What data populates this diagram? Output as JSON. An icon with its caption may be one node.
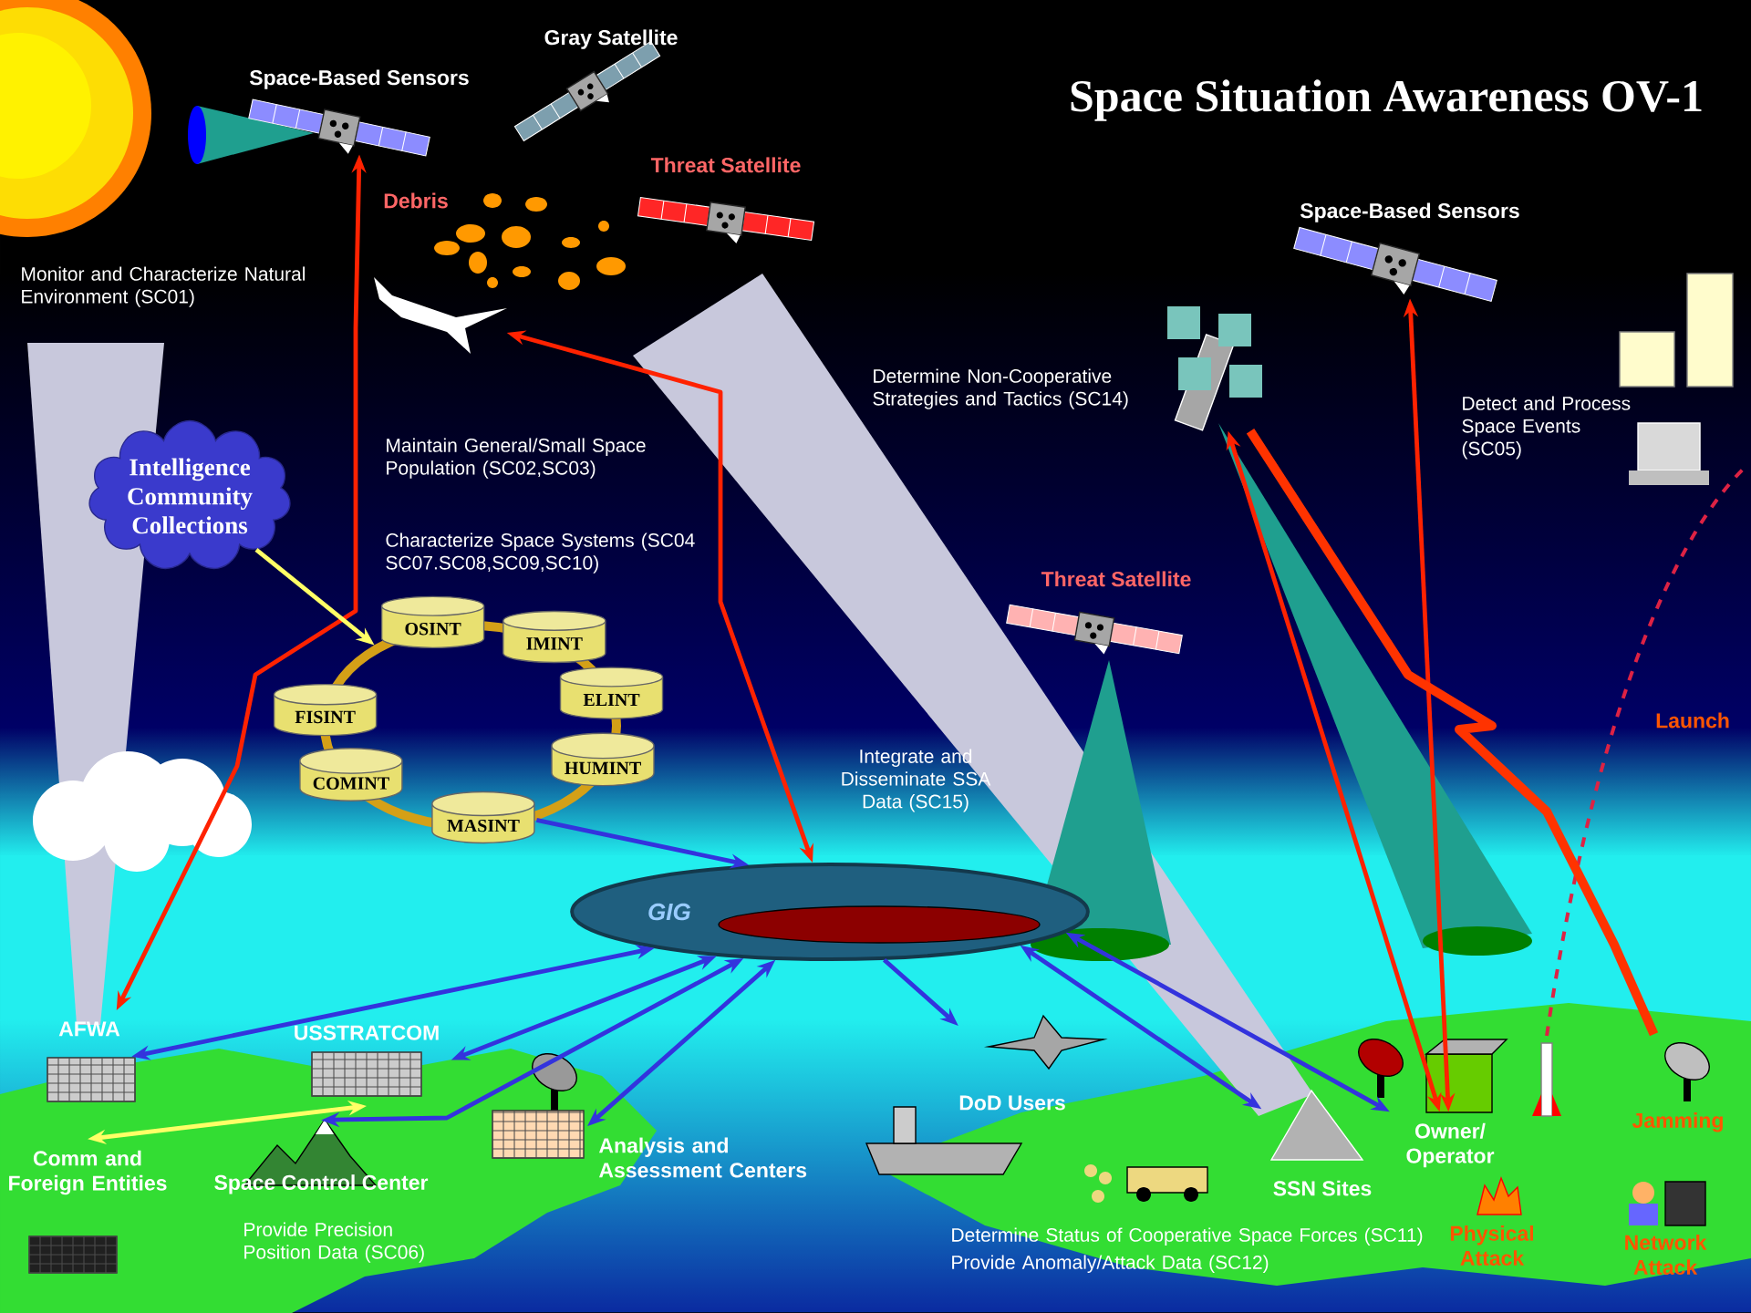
{
  "diagram": {
    "title": "Space Situation Awareness OV-1",
    "nodes": [
      {
        "text": [
          "Space-Based Sensors"
        ]
      },
      {
        "text": [
          "Gray Satellite"
        ]
      },
      {
        "text": [
          "Threat Satellite"
        ]
      },
      {
        "text": [
          "Debris"
        ]
      },
      {
        "text": [],
        "shape": "picture"
      },
      {
        "text": [
          "Space-Based Sensors"
        ]
      },
      {
        "text": [],
        "shape": "picture"
      },
      {
        "text": [
          "Intelligence Community Collections"
        ]
      },
      {
        "text": [],
        "shape": "circle"
      },
      {
        "text": [
          "OSINT"
        ]
      },
      {
        "text": [
          "IMINT"
        ]
      },
      {
        "text": [
          "FISINT"
        ]
      },
      {
        "text": [
          "ELINT"
        ]
      },
      {
        "text": [
          "COMINT"
        ]
      },
      {
        "text": [
          "HUMINT"
        ]
      },
      {
        "text": [
          "MASINT"
        ]
      },
      {
        "text": [
          "Threat Satellite"
        ]
      },
      {
        "text": [
          "GIG"
        ]
      },
      {
        "text": [
          "AFWA"
        ]
      },
      {
        "text": [
          "USSTRATCOM"
        ]
      },
      {
        "text": [
          "Comm and Foreign Entities"
        ]
      },
      {
        "text": [
          "Space Control Center"
        ],
        "beside": [
          "Provide Precision Position Data (SC06)"
        ]
      },
      {
        "text": [
          "Analysis and Assessment Centers"
        ]
      },
      {
        "text": [
          "DoD Users"
        ]
      },
      {
        "text": [
          "SSN Sites"
        ]
      },
      {
        "text": [
          "Owner/ Operator"
        ]
      },
      {
        "text": [
          "Jamming"
        ]
      },
      {
        "text": [
          "Physical Attack"
        ]
      },
      {
        "text": [
          "Network Attack"
        ]
      }
    ],
    "edges": [
      {
        "from": 18,
        "to": 0,
        "arrow": "both",
        "color": "#ff2200"
      },
      {
        "from": 17,
        "to": 4,
        "arrow": "both",
        "color": "#ff2200"
      },
      {
        "from": 25,
        "to": 6,
        "arrow": "both",
        "color": "#ff2200"
      },
      {
        "from": 25,
        "to": 5,
        "arrow": "both",
        "color": "#ff2200"
      },
      {
        "from": 7,
        "to": 8,
        "arrow": "to",
        "color": "#ffff66"
      },
      {
        "from": 8,
        "to": 17,
        "arrow": "to"
      },
      {
        "from": 17,
        "to": 18,
        "arrow": "both"
      },
      {
        "from": 17,
        "to": 19,
        "arrow": "both"
      },
      {
        "from": 17,
        "to": 21,
        "arrow": "both"
      },
      {
        "from": 17,
        "to": 22,
        "arrow": "both"
      },
      {
        "from": 19,
        "to": 20,
        "arrow": "both",
        "color": "#ffff66"
      },
      {
        "from": 17,
        "to": 23,
        "arrow": "to"
      },
      {
        "from": 17,
        "to": 24,
        "arrow": "both"
      },
      {
        "from": 17,
        "to": 25,
        "arrow": "both"
      },
      {
        "from": 26,
        "to": 6,
        "arrow": "none",
        "style": "thick",
        "color": "#ff3300"
      }
    ],
    "labels": [
      "Monitor and Characterize Natural Environment (SC01)",
      "Maintain General/Small Space Population (SC02,SC03)",
      "Characterize Space Systems (SC04 SC07.SC08,SC09,SC10)",
      "Determine Non-Cooperative Strategies and Tactics (SC14)",
      "Detect and Process Space Events (SC05)",
      "Integrate and Disseminate SSA Data (SC15)",
      "Launch",
      "Determine Status of Cooperative Space Forces (SC11)",
      "Provide Anomaly/Attack Data (SC12)"
    ]
  }
}
